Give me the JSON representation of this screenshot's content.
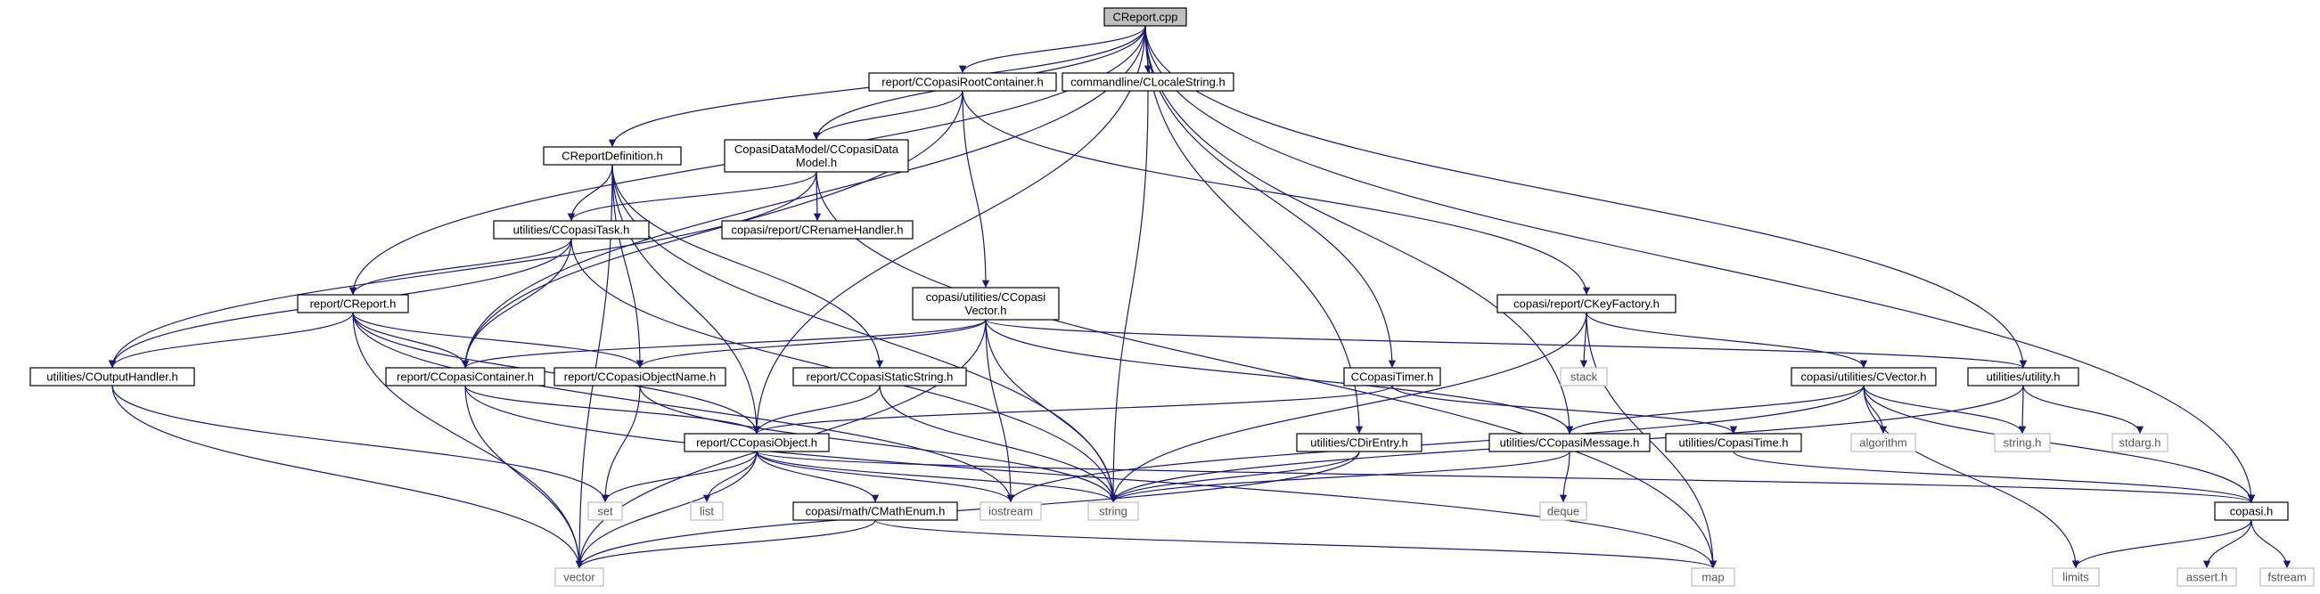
{
  "diagram": {
    "title": "",
    "nodes": [
      {
        "id": "creport_cpp",
        "lines": [
          "CReport.cpp"
        ]
      },
      {
        "id": "croot",
        "lines": [
          "report/CCopasiRootContainer.h"
        ]
      },
      {
        "id": "clocale",
        "lines": [
          "commandline/CLocaleString.h"
        ]
      },
      {
        "id": "creportdef",
        "lines": [
          "CReportDefinition.h"
        ]
      },
      {
        "id": "cdatamodel",
        "lines": [
          "CopasiDataModel/CCopasiData",
          "Model.h"
        ]
      },
      {
        "id": "crename",
        "lines": [
          "copasi/report/CRenameHandler.h"
        ]
      },
      {
        "id": "ctask",
        "lines": [
          "utilities/CCopasiTask.h"
        ]
      },
      {
        "id": "ccvector",
        "lines": [
          "copasi/utilities/CCopasi",
          "Vector.h"
        ]
      },
      {
        "id": "ckeyfactory",
        "lines": [
          "copasi/report/CKeyFactory.h"
        ]
      },
      {
        "id": "creport_h",
        "lines": [
          "report/CReport.h"
        ]
      },
      {
        "id": "coutput",
        "lines": [
          "utilities/COutputHandler.h"
        ]
      },
      {
        "id": "ccontainer",
        "lines": [
          "report/CCopasiContainer.h"
        ]
      },
      {
        "id": "cobjname",
        "lines": [
          "report/CCopasiObjectName.h"
        ]
      },
      {
        "id": "cstatic",
        "lines": [
          "report/CCopasiStaticString.h"
        ]
      },
      {
        "id": "ctimer",
        "lines": [
          "CCopasiTimer.h"
        ]
      },
      {
        "id": "cuvector",
        "lines": [
          "copasi/utilities/CVector.h"
        ]
      },
      {
        "id": "utility",
        "lines": [
          "utilities/utility.h"
        ]
      },
      {
        "id": "stack",
        "lines": [
          "stack"
        ]
      },
      {
        "id": "cobject",
        "lines": [
          "report/CCopasiObject.h"
        ]
      },
      {
        "id": "cdirentry",
        "lines": [
          "utilities/CDirEntry.h"
        ]
      },
      {
        "id": "cmessage",
        "lines": [
          "utilities/CCopasiMessage.h"
        ]
      },
      {
        "id": "copasitime",
        "lines": [
          "utilities/CopasiTime.h"
        ]
      },
      {
        "id": "algorithm",
        "lines": [
          "algorithm"
        ]
      },
      {
        "id": "stringh",
        "lines": [
          "string.h"
        ]
      },
      {
        "id": "stdarg",
        "lines": [
          "stdarg.h"
        ]
      },
      {
        "id": "set",
        "lines": [
          "set"
        ]
      },
      {
        "id": "list",
        "lines": [
          "list"
        ]
      },
      {
        "id": "cmathenum",
        "lines": [
          "copasi/math/CMathEnum.h"
        ]
      },
      {
        "id": "iostream",
        "lines": [
          "iostream"
        ]
      },
      {
        "id": "string",
        "lines": [
          "string"
        ]
      },
      {
        "id": "deque",
        "lines": [
          "deque"
        ]
      },
      {
        "id": "copasih",
        "lines": [
          "copasi.h"
        ]
      },
      {
        "id": "vector",
        "lines": [
          "vector"
        ]
      },
      {
        "id": "map",
        "lines": [
          "map"
        ]
      },
      {
        "id": "limits",
        "lines": [
          "limits"
        ]
      },
      {
        "id": "asserth",
        "lines": [
          "assert.h"
        ]
      },
      {
        "id": "fstream",
        "lines": [
          "fstream"
        ]
      }
    ],
    "edges": [
      [
        "creport_cpp",
        "croot"
      ],
      [
        "creport_cpp",
        "clocale"
      ],
      [
        "creport_cpp",
        "creportdef"
      ],
      [
        "creport_cpp",
        "cdatamodel"
      ],
      [
        "creport_cpp",
        "creport_h"
      ],
      [
        "creport_cpp",
        "ccontainer"
      ],
      [
        "creport_cpp",
        "cobject"
      ],
      [
        "creport_cpp",
        "ctimer"
      ],
      [
        "creport_cpp",
        "cdirentry"
      ],
      [
        "creport_cpp",
        "cmessage"
      ],
      [
        "creport_cpp",
        "utility"
      ],
      [
        "creport_cpp",
        "copasih"
      ],
      [
        "croot",
        "cdatamodel"
      ],
      [
        "croot",
        "ccvector"
      ],
      [
        "croot",
        "ckeyfactory"
      ],
      [
        "croot",
        "ccontainer"
      ],
      [
        "clocale",
        "string"
      ],
      [
        "creportdef",
        "ctask"
      ],
      [
        "creportdef",
        "cobjname"
      ],
      [
        "creportdef",
        "cstatic"
      ],
      [
        "creportdef",
        "string"
      ],
      [
        "creportdef",
        "vector"
      ],
      [
        "creportdef",
        "cobject"
      ],
      [
        "cdatamodel",
        "crename"
      ],
      [
        "cdatamodel",
        "ctask"
      ],
      [
        "cdatamodel",
        "coutput"
      ],
      [
        "cdatamodel",
        "map"
      ],
      [
        "ctask",
        "creport_h"
      ],
      [
        "ctask",
        "coutput"
      ],
      [
        "ctask",
        "ccontainer"
      ],
      [
        "ctask",
        "string"
      ],
      [
        "ccvector",
        "ccontainer"
      ],
      [
        "ccvector",
        "cobjname"
      ],
      [
        "ccvector",
        "vector"
      ],
      [
        "ccvector",
        "iostream"
      ],
      [
        "ccvector",
        "string"
      ],
      [
        "ccvector",
        "utility"
      ],
      [
        "ccvector",
        "cmessage"
      ],
      [
        "ckeyfactory",
        "cuvector"
      ],
      [
        "ckeyfactory",
        "stack"
      ],
      [
        "ckeyfactory",
        "string"
      ],
      [
        "ckeyfactory",
        "map"
      ],
      [
        "creport_h",
        "coutput"
      ],
      [
        "creport_h",
        "ccontainer"
      ],
      [
        "creport_h",
        "cobjname"
      ],
      [
        "creport_h",
        "cobject"
      ],
      [
        "creport_h",
        "vector"
      ],
      [
        "creport_h",
        "iostream"
      ],
      [
        "coutput",
        "set"
      ],
      [
        "coutput",
        "vector"
      ],
      [
        "ccontainer",
        "cobject"
      ],
      [
        "ccontainer",
        "vector"
      ],
      [
        "ccontainer",
        "map"
      ],
      [
        "cobjname",
        "set"
      ],
      [
        "cobjname",
        "string"
      ],
      [
        "cstatic",
        "cobject"
      ],
      [
        "cstatic",
        "string"
      ],
      [
        "ctimer",
        "cobject"
      ],
      [
        "ctimer",
        "copasitime"
      ],
      [
        "cuvector",
        "algorithm"
      ],
      [
        "cuvector",
        "stringh"
      ],
      [
        "cuvector",
        "cmessage"
      ],
      [
        "cuvector",
        "iostream"
      ],
      [
        "cuvector",
        "limits"
      ],
      [
        "cuvector",
        "copasih"
      ],
      [
        "utility",
        "stringh"
      ],
      [
        "utility",
        "stdarg"
      ],
      [
        "utility",
        "string"
      ],
      [
        "cobject",
        "set"
      ],
      [
        "cobject",
        "list"
      ],
      [
        "cobject",
        "cmathenum"
      ],
      [
        "cobject",
        "iostream"
      ],
      [
        "cobject",
        "string"
      ],
      [
        "cobject",
        "vector"
      ],
      [
        "cobject",
        "copasih"
      ],
      [
        "cdirentry",
        "string"
      ],
      [
        "cdirentry",
        "vector"
      ],
      [
        "cmessage",
        "string"
      ],
      [
        "cmessage",
        "deque"
      ],
      [
        "copasitime",
        "copasih"
      ],
      [
        "cmathenum",
        "vector"
      ],
      [
        "cmathenum",
        "map"
      ],
      [
        "copasih",
        "limits"
      ],
      [
        "copasih",
        "asserth"
      ],
      [
        "copasih",
        "fstream"
      ]
    ]
  }
}
